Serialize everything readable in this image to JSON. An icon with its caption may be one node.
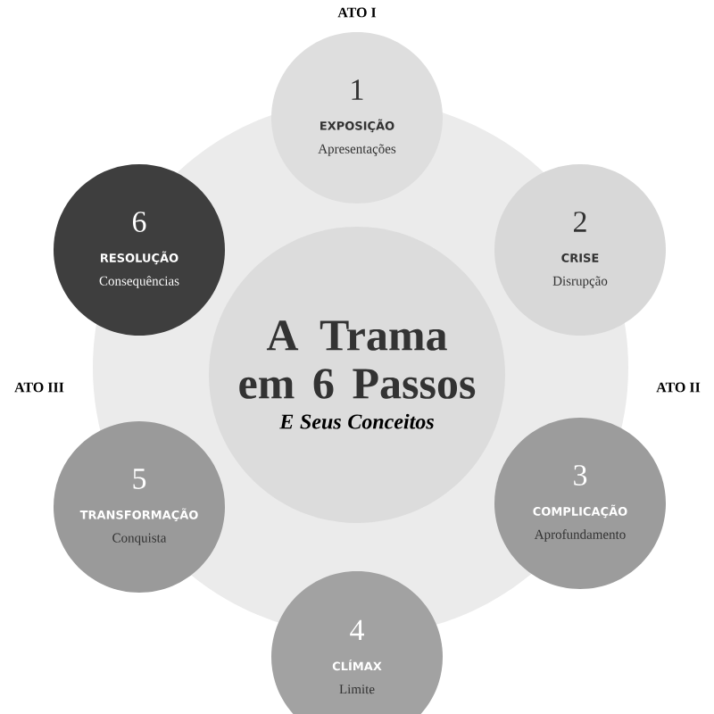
{
  "diagram": {
    "nodes": [
      {
        "text": [
          "A Trama em 6 Passos",
          "E Seus Conceitos"
        ]
      },
      {
        "text": [
          "1",
          "EXPOSIÇÃO",
          "Apresentações"
        ]
      },
      {
        "text": [
          "6",
          "RESOLUÇÃO",
          "Consequências"
        ]
      },
      {
        "text": [
          "2",
          "CRISE",
          "Disrupção"
        ]
      },
      {
        "text": [
          "5",
          "TRANSFORMAÇÃO",
          "Conquista"
        ]
      },
      {
        "text": [
          "3",
          "COMPLICAÇÃO",
          "Aprofundamento"
        ]
      },
      {
        "text": [
          "4",
          "CLÍMAX",
          "Limite"
        ]
      }
    ],
    "labels": [
      "ATO I",
      "ATO III",
      "ATO II"
    ]
  }
}
